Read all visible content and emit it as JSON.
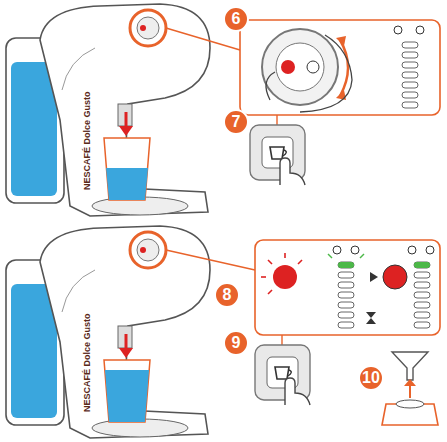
{
  "diagram": {
    "nodes": [
      {
        "text": [
          "6"
        ]
      },
      {
        "text": [
          "7"
        ]
      },
      {
        "text": [
          "8"
        ]
      },
      {
        "text": [
          "9"
        ]
      },
      {
        "text": [
          "10"
        ]
      }
    ],
    "labels": [
      "NESCAFÉ Dolce Gusto",
      "NESCAFÉ Dolce Gusto"
    ]
  }
}
